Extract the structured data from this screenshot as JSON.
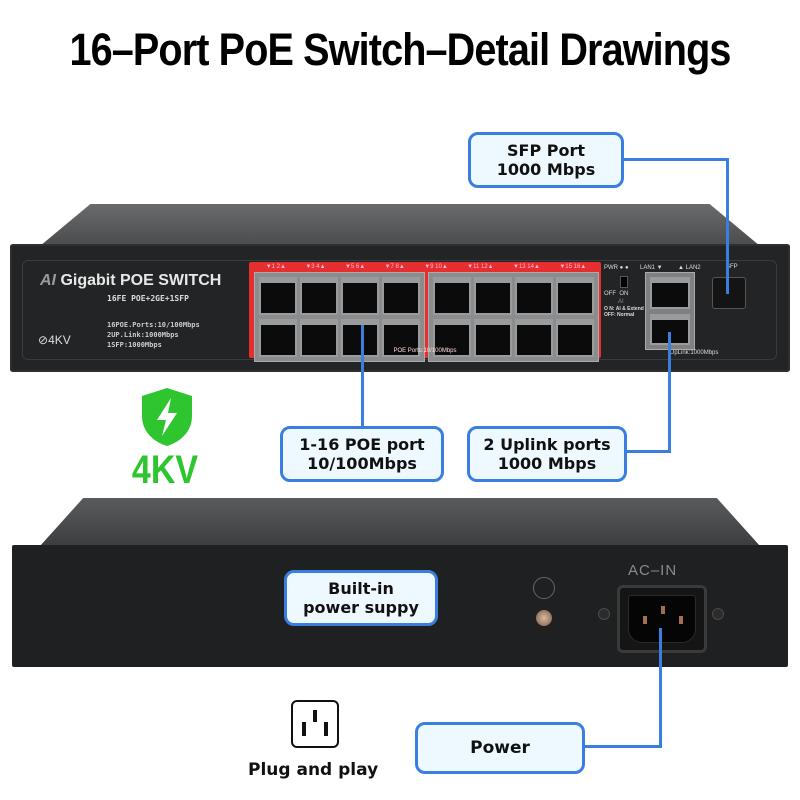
{
  "title": "16–Port PoE Switch–Detail Drawings",
  "colors": {
    "callout_border": "#3a7fe0",
    "callout_bg": "#eef9ff",
    "poe_panel_red": "#e62e2e",
    "shield_green": "#2fc52f",
    "switch_body": "#232425"
  },
  "front_panel": {
    "brand_prefix": "AI",
    "brand_name": "Gigabit POE SWITCH",
    "model_line": "16FE POE+2GE+1SFP",
    "specs": [
      "16POE.Ports:10/100Mbps",
      "2UP.Link:1000Mbps",
      "1SFP:1000Mbps"
    ],
    "surge_badge": "4KV",
    "port_labels": [
      "▼1  2▲",
      "▼3  4▲",
      "▼5  6▲",
      "▼7  8▲",
      "▼9  10▲",
      "▼11 12▲",
      "▼13 14▲",
      "▼15 16▲"
    ],
    "poe_footer": "POE Ports:10/100Mbps",
    "pwr_label": "PWR",
    "switch_off": "OFF",
    "switch_on": "ON",
    "switch_ai": "AI",
    "mode_note_on": "O N: AI & Extend",
    "mode_note_off": "OFF: Normal",
    "lan1": "LAN1 ▼",
    "lan2": "▲ LAN2",
    "sfp_label": "SFP",
    "uplink_footer": "UpLink:1000Mbps"
  },
  "callouts": {
    "sfp": {
      "line1": "SFP Port",
      "line2": "1000 Mbps"
    },
    "poe": {
      "line1": "1-16 POE port",
      "line2": "10/100Mbps"
    },
    "uplink": {
      "line1": "2 Uplink ports",
      "line2": "1000 Mbps"
    },
    "builtin": {
      "line1": "Built-in",
      "line2": "power suppy"
    },
    "power": {
      "line1": "Power"
    }
  },
  "shield_badge": "4KV",
  "rear_panel": {
    "ac_label": "AC–IN"
  },
  "plug_and_play": "Plug and play"
}
